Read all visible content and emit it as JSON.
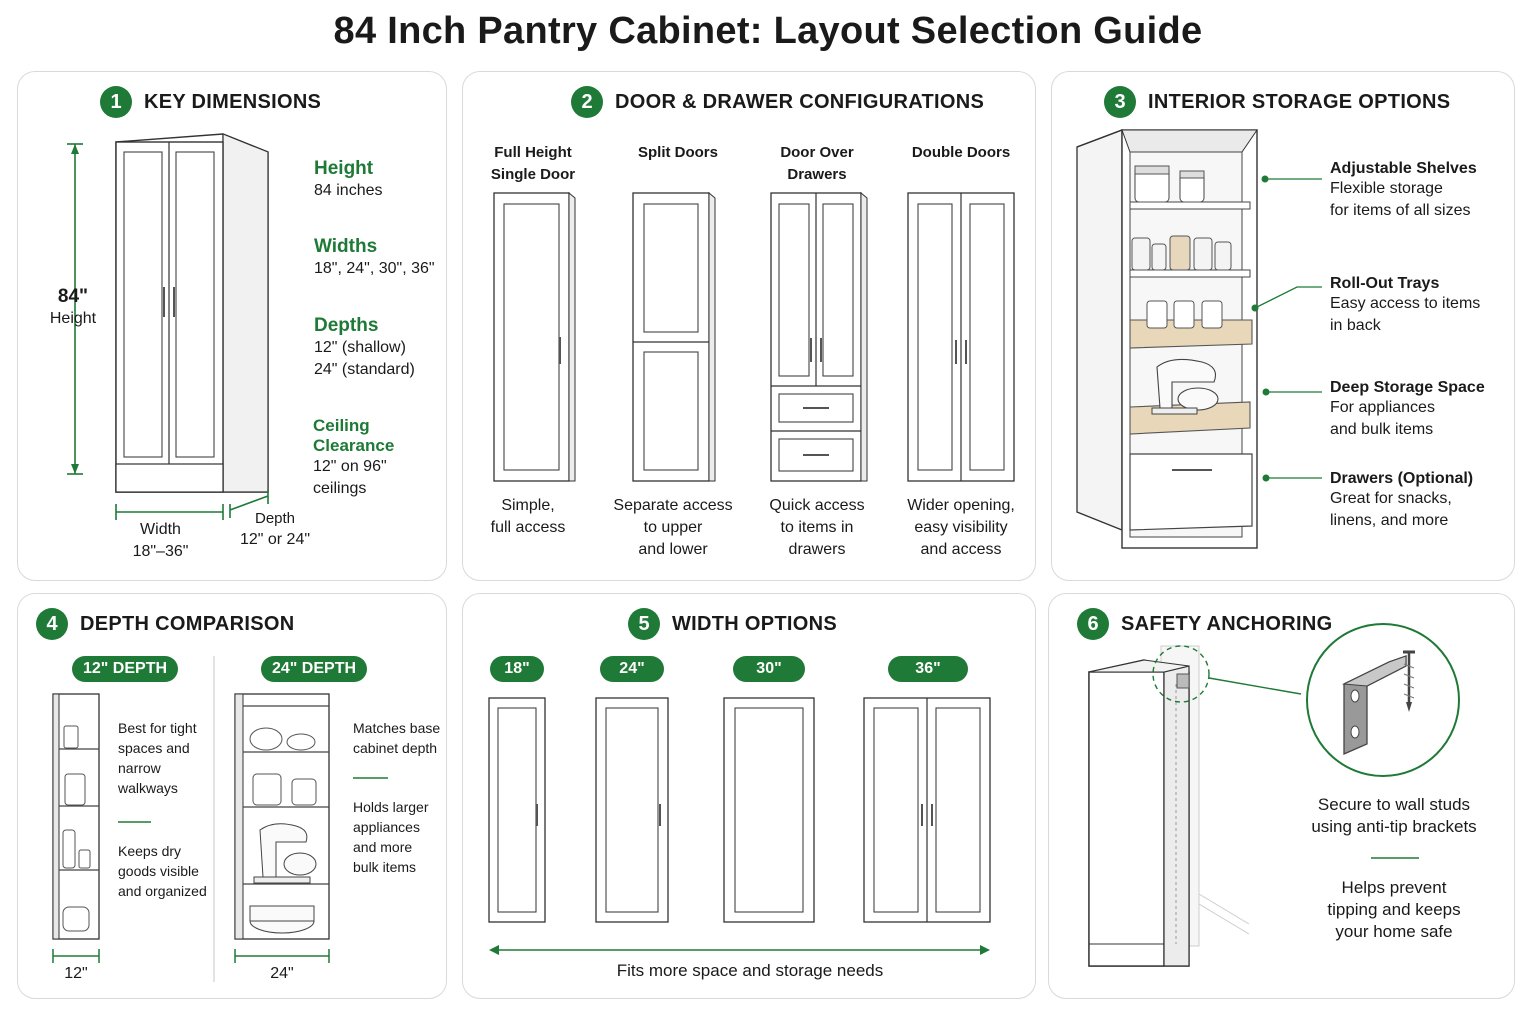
{
  "title": "84 Inch Pantry Cabinet: Layout Selection Guide",
  "accent_color": "#1e7a36",
  "panels": {
    "p1": {
      "num": "1",
      "title": "KEY DIMENSIONS",
      "height_dim": "84\"",
      "height_word": "Height",
      "width_label": "Width",
      "width_value": "18\"–36\"",
      "depth_label": "Depth",
      "depth_value": "12\" or 24\"",
      "specs": [
        {
          "label": "Height",
          "lines": [
            "84 inches"
          ]
        },
        {
          "label": "Widths",
          "lines": [
            "18\", 24\", 30\", 36\""
          ]
        },
        {
          "label": "Depths",
          "lines": [
            "12\" (shallow)",
            "24\" (standard)"
          ]
        },
        {
          "label": "Ceiling Clearance",
          "lines": [
            "12\" on 96\"",
            "ceilings"
          ]
        }
      ]
    },
    "p2": {
      "num": "2",
      "title": "DOOR & DRAWER CONFIGURATIONS",
      "configs": [
        {
          "name": [
            "Full Height",
            "Single Door"
          ],
          "desc": [
            "Simple,",
            "full access"
          ]
        },
        {
          "name": [
            "Split Doors"
          ],
          "desc": [
            "Separate access",
            "to upper",
            "and lower"
          ]
        },
        {
          "name": [
            "Door Over",
            "Drawers"
          ],
          "desc": [
            "Quick access",
            "to items in",
            "drawers"
          ]
        },
        {
          "name": [
            "Double Doors"
          ],
          "desc": [
            "Wider opening,",
            "easy visibility",
            "and access"
          ]
        }
      ]
    },
    "p3": {
      "num": "3",
      "title": "INTERIOR STORAGE OPTIONS",
      "options": [
        {
          "label": "Adjustable Shelves",
          "lines": [
            "Flexible storage",
            "for items of all sizes"
          ]
        },
        {
          "label": "Roll-Out Trays",
          "lines": [
            "Easy access to items",
            "in back"
          ]
        },
        {
          "label": "Deep Storage Space",
          "lines": [
            "For appliances",
            "and bulk items"
          ]
        },
        {
          "label": "Drawers (Optional)",
          "lines": [
            "Great for snacks,",
            "linens, and more"
          ]
        }
      ]
    },
    "p4": {
      "num": "4",
      "title": "DEPTH COMPARISON",
      "shallow": {
        "pill": "12\" DEPTH",
        "dim": "12\"",
        "text1": [
          "Best for tight",
          "spaces and",
          "narrow",
          "walkways"
        ],
        "text2": [
          "Keeps dry",
          "goods visible",
          "and organized"
        ]
      },
      "standard": {
        "pill": "24\" DEPTH",
        "dim": "24\"",
        "text1": [
          "Matches base",
          "cabinet depth"
        ],
        "text2": [
          "Holds larger",
          "appliances",
          "and more",
          "bulk items"
        ]
      }
    },
    "p5": {
      "num": "5",
      "title": "WIDTH OPTIONS",
      "widths": [
        "18\"",
        "24\"",
        "30\"",
        "36\""
      ],
      "caption": "Fits more space and storage needs"
    },
    "p6": {
      "num": "6",
      "title": "SAFETY ANCHORING",
      "text1": [
        "Secure to wall studs",
        "using anti-tip brackets"
      ],
      "text2": [
        "Helps prevent",
        "tipping and keeps",
        "your home safe"
      ]
    }
  }
}
